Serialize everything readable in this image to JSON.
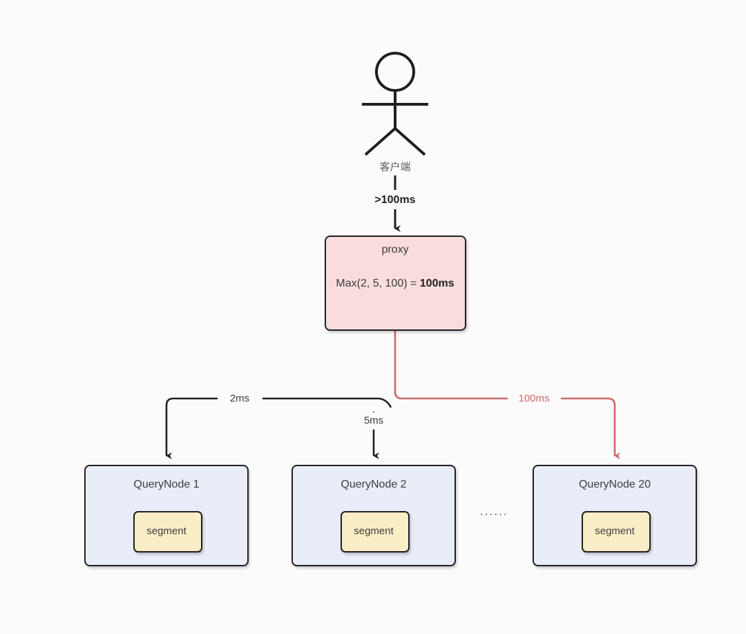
{
  "diagram": {
    "background_color": "#fbfbfb",
    "actor": {
      "name": "stick-figure-actor",
      "label": "客户端"
    },
    "client_edge": {
      "label": ">100ms"
    },
    "proxy": {
      "title": "proxy",
      "formula_prefix": "Max(2, 5, 100) = ",
      "formula_value": "100ms",
      "fill_color": "#f8dddc"
    },
    "edges": [
      {
        "label": "2ms",
        "color": "#1f1f1f",
        "target": "QueryNode 1"
      },
      {
        "label": "5ms",
        "color": "#1f1f1f",
        "target": "QueryNode 2"
      },
      {
        "label": "100ms",
        "color": "#c96a67",
        "target": "QueryNode 20"
      }
    ],
    "ellipsis": "······",
    "nodes": [
      {
        "title": "QueryNode 1",
        "segment": "segment",
        "fill_color": "#e9edf8",
        "segment_color": "#faeec7"
      },
      {
        "title": "QueryNode 2",
        "segment": "segment",
        "fill_color": "#e9edf8",
        "segment_color": "#faeec7"
      },
      {
        "title": "QueryNode 20",
        "segment": "segment",
        "fill_color": "#e9edf8",
        "segment_color": "#faeec7"
      }
    ]
  }
}
